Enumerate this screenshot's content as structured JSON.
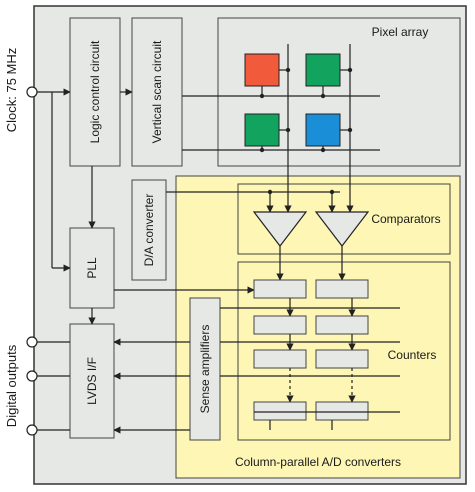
{
  "labels": {
    "clock": "Clock: 75 MHz",
    "digital_outputs": "Digital outputs",
    "logic_control": "Logic control circuit",
    "vertical_scan": "Vertical scan circuit",
    "pixel_array": "Pixel array",
    "da_converter": "D/A converter",
    "pll": "PLL",
    "lvds": "LVDS I/F",
    "sense_amplifiers": "Sense amplifiers",
    "comparators": "Comparators",
    "counters": "Counters",
    "adc": "Column-parallel A/D converters"
  },
  "colors": {
    "chip_bg": "#e6e8e6",
    "adc_region": "#fdf6b5",
    "pixel_red": "#f15a3a",
    "pixel_green": "#12a45e",
    "pixel_blue": "#1a8fd8"
  }
}
